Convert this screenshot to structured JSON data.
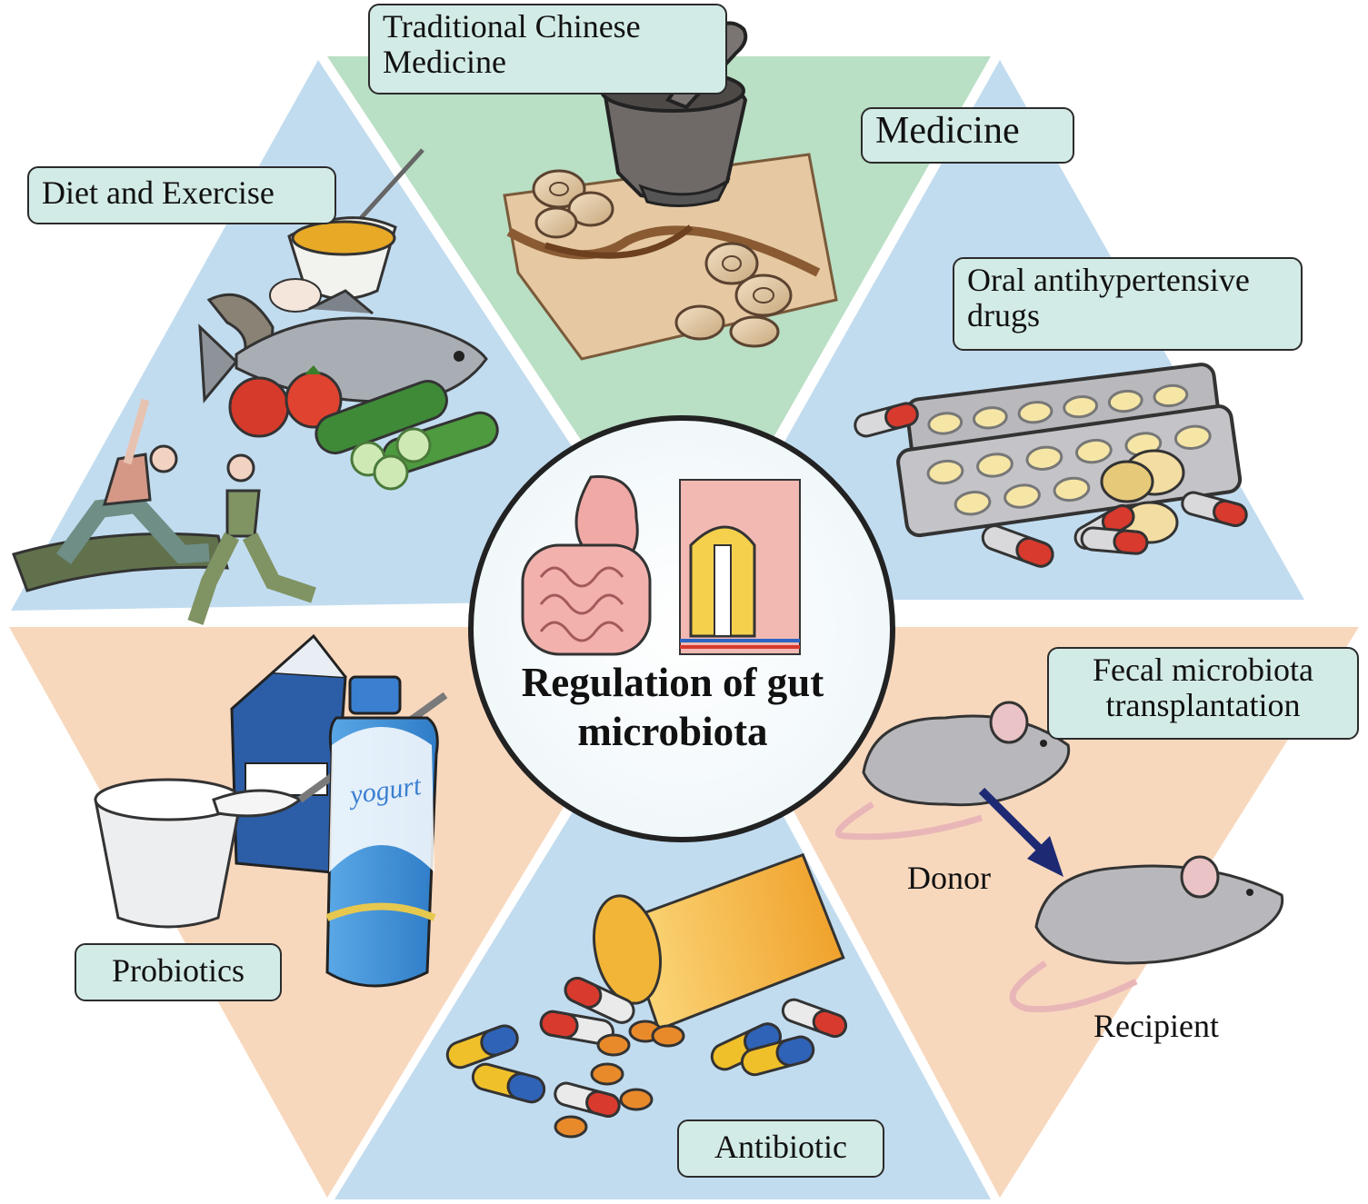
{
  "center": {
    "title_line1": "Regulation of gut",
    "title_line2": "microbiota"
  },
  "segments": {
    "top": {
      "label_line1": "Traditional Chinese",
      "label_line2": "Medicine",
      "color": "#b9dfc4"
    },
    "top_right": {
      "label": "Medicine",
      "sub_label_line1": "Oral antihypertensive",
      "sub_label_line2": "drugs",
      "color": "#c2dcef"
    },
    "top_left": {
      "label": "Diet and Exercise",
      "color": "#c2dcef"
    },
    "bottom_left": {
      "label": "Probiotics",
      "bottle_text": "yogurt",
      "color": "#f8d8bd"
    },
    "bottom": {
      "label": "Antibiotic",
      "color": "#c2dcef"
    },
    "bottom_right": {
      "label_line1": "Fecal microbiota",
      "label_line2": "transplantation",
      "donor": "Donor",
      "recipient": "Recipient",
      "color": "#f8d8bd"
    }
  },
  "colors": {
    "label_box_fill": "#d3ebe6",
    "outline": "#2b2b2b",
    "arrow": "#1d2a73"
  }
}
